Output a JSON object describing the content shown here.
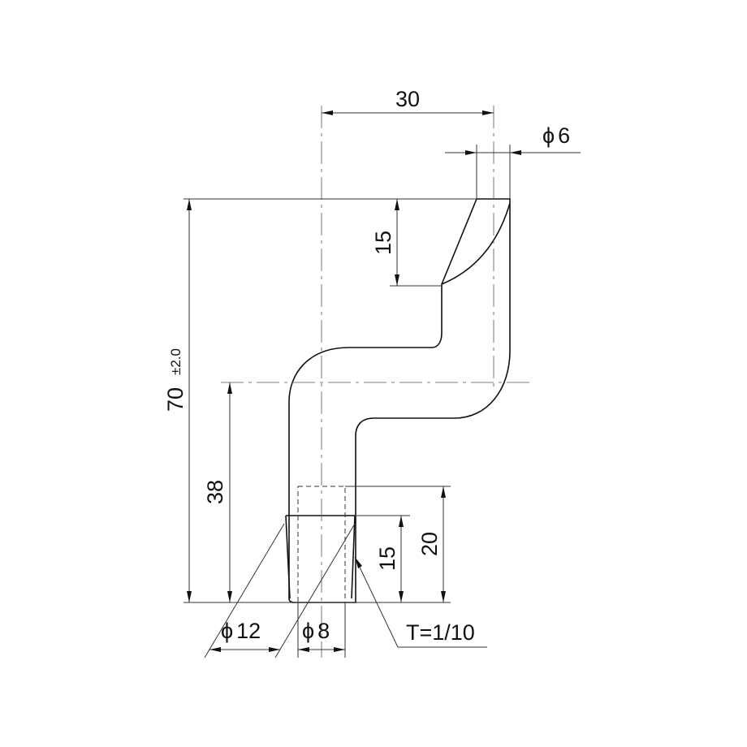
{
  "drawing": {
    "dim_top_width": "30",
    "dim_tip_diameter_symbol": "ϕ",
    "dim_tip_diameter_value": "6",
    "dim_tip_cut_height": "15",
    "dim_total_height": "70",
    "dim_total_height_tolerance": "±2.0",
    "dim_lower_height": "38",
    "dim_bore_depth": "20",
    "dim_taper_length": "15",
    "dim_outer_diameter_symbol": "ϕ",
    "dim_outer_diameter_value": "12",
    "dim_inner_diameter_symbol": "ϕ",
    "dim_inner_diameter_value": "8",
    "taper_note": "T=1/10"
  }
}
